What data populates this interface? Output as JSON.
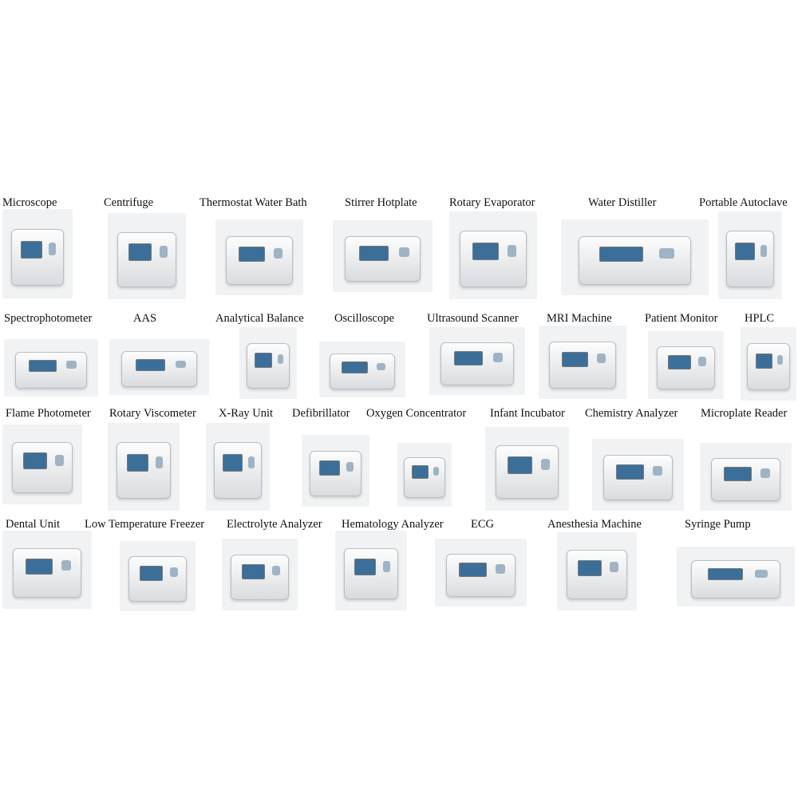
{
  "rows": [
    {
      "items": [
        {
          "label": "Microscope",
          "icon": "microscope-image"
        },
        {
          "label": "Centrifuge",
          "icon": "centrifuge-image"
        },
        {
          "label": "Thermostat Water Bath",
          "icon": "water-bath-image"
        },
        {
          "label": "Stirrer Hotplate",
          "icon": "hotplate-image"
        },
        {
          "label": "Rotary Evaporator",
          "icon": "rotary-evaporator-image"
        },
        {
          "label": "Water Distiller",
          "icon": "water-distiller-image"
        },
        {
          "label": "Portable Autoclave",
          "icon": "autoclave-image"
        }
      ]
    },
    {
      "items": [
        {
          "label": "Spectrophotometer",
          "icon": "spectrophotometer-image"
        },
        {
          "label": "AAS",
          "icon": "aas-image"
        },
        {
          "label": "Analytical Balance",
          "icon": "balance-image"
        },
        {
          "label": "Oscilloscope",
          "icon": "oscilloscope-image"
        },
        {
          "label": "Ultrasound Scanner",
          "icon": "ultrasound-image"
        },
        {
          "label": "MRI Machine",
          "icon": "mri-image"
        },
        {
          "label": "Patient Monitor",
          "icon": "patient-monitor-image"
        },
        {
          "label": "HPLC",
          "icon": "hplc-image"
        }
      ]
    },
    {
      "items": [
        {
          "label": "Flame Photometer",
          "icon": "flame-photometer-image"
        },
        {
          "label": "Rotary Viscometer",
          "icon": "viscometer-image"
        },
        {
          "label": "X-Ray Unit",
          "icon": "xray-image"
        },
        {
          "label": "Defibrillator",
          "icon": "defibrillator-image"
        },
        {
          "label": "Oxygen Concentrator",
          "icon": "oxygen-concentrator-image"
        },
        {
          "label": "Infant Incubator",
          "icon": "incubator-image"
        },
        {
          "label": "Chemistry Analyzer",
          "icon": "chemistry-analyzer-image"
        },
        {
          "label": "Microplate Reader",
          "icon": "microplate-reader-image"
        }
      ]
    },
    {
      "items": [
        {
          "label": "Dental Unit",
          "icon": "dental-unit-image"
        },
        {
          "label": "Low Temperature Freezer",
          "icon": "freezer-image"
        },
        {
          "label": "Electrolyte Analyzer",
          "icon": "electrolyte-analyzer-image"
        },
        {
          "label": "Hematology Analyzer",
          "icon": "hematology-analyzer-image"
        },
        {
          "label": "ECG",
          "icon": "ecg-image"
        },
        {
          "label": "Anesthesia Machine",
          "icon": "anesthesia-machine-image"
        },
        {
          "label": "Syringe Pump",
          "icon": "syringe-pump-image"
        }
      ]
    }
  ]
}
